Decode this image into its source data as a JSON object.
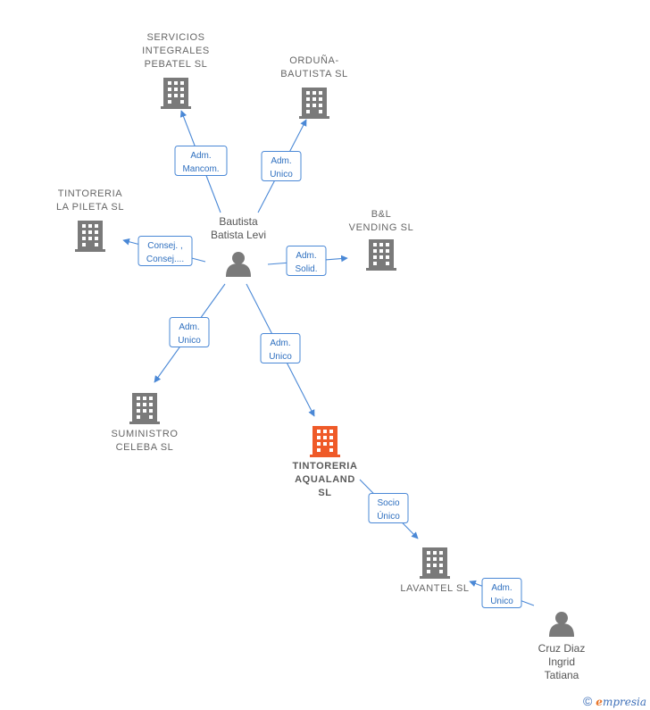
{
  "colors": {
    "company": "#7a7a7a",
    "focus_company": "#ef5a28",
    "person": "#7a7a7a",
    "edge": "#4a88d6",
    "role_text": "#2e6fbf"
  },
  "nodes": [
    {
      "id": "servicios",
      "type": "company",
      "label": [
        "SERVICIOS",
        "INTEGRALES",
        "PEBATEL  SL"
      ]
    },
    {
      "id": "orduna",
      "type": "company",
      "label": [
        "ORDUÑA-",
        "BAUTISTA  SL"
      ]
    },
    {
      "id": "pileta",
      "type": "company",
      "label": [
        "TINTORERIA",
        "LA PILETA  SL"
      ]
    },
    {
      "id": "vending",
      "type": "company",
      "label": [
        "B&L",
        "VENDING  SL"
      ]
    },
    {
      "id": "bautista",
      "type": "person",
      "label": [
        "Bautista",
        "Batista Levi"
      ]
    },
    {
      "id": "suministro",
      "type": "company",
      "label": [
        "SUMINISTRO",
        "CELEBA  SL"
      ]
    },
    {
      "id": "aqualand",
      "type": "company",
      "focus": true,
      "label": [
        "TINTORERIA",
        "AQUALAND",
        "SL"
      ]
    },
    {
      "id": "lavantel",
      "type": "company",
      "label": [
        "LAVANTEL  SL"
      ]
    },
    {
      "id": "cruz",
      "type": "person",
      "label": [
        "Cruz Diaz",
        "Ingrid",
        "Tatiana"
      ]
    }
  ],
  "edges": [
    {
      "id": "e-servicios",
      "from": "bautista",
      "to": "servicios",
      "role": [
        "Adm.",
        "Mancom."
      ]
    },
    {
      "id": "e-orduna",
      "from": "bautista",
      "to": "orduna",
      "role": [
        "Adm.",
        "Unico"
      ]
    },
    {
      "id": "e-pileta",
      "from": "bautista",
      "to": "pileta",
      "role": [
        "Consej. ,",
        "Consej...."
      ]
    },
    {
      "id": "e-vending",
      "from": "bautista",
      "to": "vending",
      "role": [
        "Adm.",
        "Solid."
      ]
    },
    {
      "id": "e-suministro",
      "from": "bautista",
      "to": "suministro",
      "role": [
        "Adm.",
        "Unico"
      ]
    },
    {
      "id": "e-aqualand",
      "from": "bautista",
      "to": "aqualand",
      "role": [
        "Adm.",
        "Unico"
      ]
    },
    {
      "id": "e-lavantel",
      "from": "aqualand",
      "to": "lavantel",
      "role": [
        "Socio",
        "Único"
      ]
    },
    {
      "id": "e-cruz",
      "from": "cruz",
      "to": "lavantel",
      "role": [
        "Adm.",
        "Unico"
      ]
    }
  ],
  "footer": {
    "copyright": "©",
    "brand_initial": "e",
    "brand_rest": "mpresia"
  }
}
